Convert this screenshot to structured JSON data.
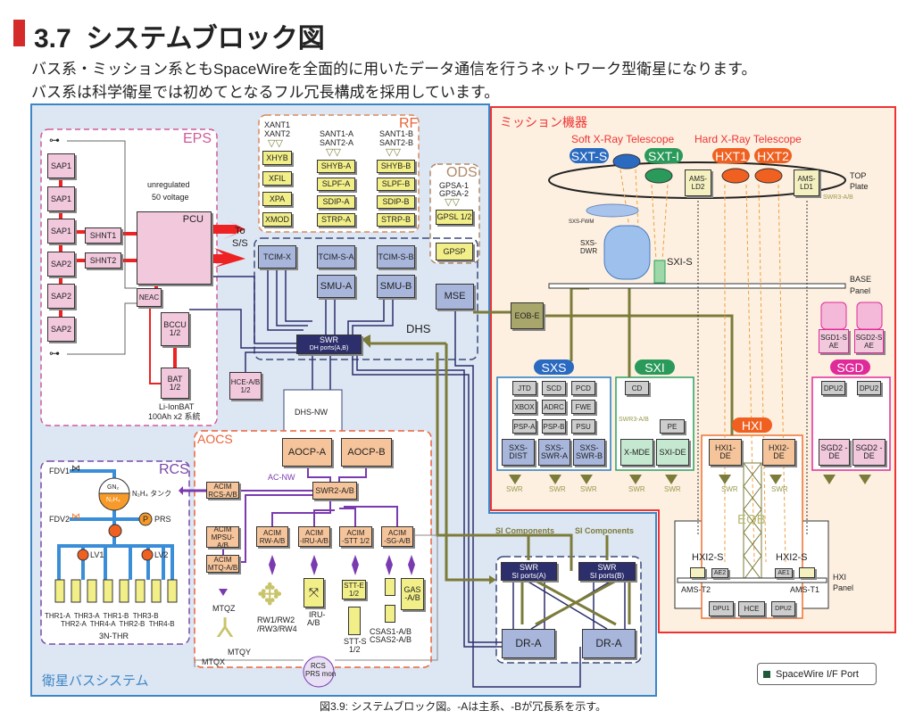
{
  "header": {
    "section": "3.7",
    "title": "システムブロック図",
    "line1": "バス系・ミッション系ともSpaceWireを全面的に用いたデータ通信を行うネットワーク型衛星になります。",
    "line2": "バス系は科学衛星では初めてとなるフル冗長構成を採用しています。",
    "accent": "#d42a2a"
  },
  "bus": {
    "label": "衛星バスシステム",
    "color": "#dde6f3"
  },
  "eps": {
    "label": "EPS",
    "sap": [
      "SAP1",
      "SAP1",
      "SAP1",
      "SAP2",
      "SAP2",
      "SAP2"
    ],
    "shnt1": "SHNT1",
    "shnt2": "SHNT2",
    "note1": "unregulated",
    "note2": "50 voltage",
    "pcu": "PCU",
    "to": "To",
    "ss": "S/S",
    "neac": "NEAC",
    "bccu": "BCCU 1/2",
    "bat": "BAT 1/2",
    "bat_note1": "Li-IonBAT",
    "bat_note2": "100Ah x2 系統"
  },
  "rf": {
    "label": "RF",
    "xant1": "XANT1",
    "xant2": "XANT2",
    "santa1": "SANT1-A",
    "santa2": "SANT2-A",
    "santb1": "SANT1-B",
    "santb2": "SANT2-B",
    "x": [
      "XHYB",
      "XFIL",
      "XPA",
      "XMOD"
    ],
    "a": [
      "SHYB-A",
      "SLPF-A",
      "SDIP-A",
      "STRP-A"
    ],
    "b": [
      "SHYB-B",
      "SLPF-B",
      "SDIP-B",
      "STRP-B"
    ]
  },
  "ods": {
    "label": "ODS",
    "gpsa1": "GPSA-1",
    "gpsa2": "GPSA-2",
    "gpsl": "GPSL 1/2",
    "gpsp": "GPSP"
  },
  "dhs": {
    "label": "DHS",
    "tcimx": "TCIM-X",
    "tcimsa": "TCIM-S-A",
    "tcimsb": "TCIM-S-B",
    "smua": "SMU-A",
    "smub": "SMU-B",
    "mse": "MSE",
    "swr": "SWR",
    "swr_sub": "DH ports(A,B)",
    "hce": "HCE-A/B 1/2",
    "nw": "DHS-NW"
  },
  "aocs": {
    "label": "AOCS",
    "aocpa": "AOCP-A",
    "aocpb": "AOCP-B",
    "acnw": "AC-NW",
    "swr2": "SWR2-A/B",
    "acim": "ACIM",
    "rcs": "RCS-A/B",
    "mpsu": "MPSU-A/B",
    "mtq": "MTQ-A/B",
    "rw": "RW-A/B",
    "iru": "-IRU-A/B",
    "stt": "-STT 1/2",
    "sg": "-SG-A/B",
    "mtqz": "MTQZ",
    "mtqy": "MTQY",
    "mtqx": "MTQX",
    "rwl1": "RW1/RW2",
    "rwl2": "/RW3/RW4",
    "irul1": "IRU-",
    "irul2": "A/B",
    "stte": "STT-E 1/2",
    "stts1": "STT-S",
    "stts2": "1/2",
    "csas1": "CSAS1-A/B",
    "csas2": "CSAS2-A/B",
    "gas": "GAS -A/B",
    "prsmon1": "RCS",
    "prsmon2": "PRS mon"
  },
  "rcs": {
    "label": "RCS",
    "fdv1": "FDV1",
    "fdv2": "FDV2",
    "gn2": "GN₂",
    "n2h4": "N₂H₄",
    "tank": "N₂H₄ タンク",
    "p": "P",
    "prs": "PRS",
    "lv1": "LV1",
    "lv2": "LV2",
    "thr_top": "THR1-A  THR3-A  THR1-B  THR3-B",
    "thr_bot": "THR2-A  THR4-A  THR2-B  THR4-B",
    "thr": "3N-THR"
  },
  "mission": {
    "label": "ミッション機器",
    "soft": "Soft X-Ray Telescope",
    "hard": "Hard X-Ray Telescope",
    "sxts": "SXT-S",
    "sxti": "SXT-I",
    "hxt1": "HXT1",
    "hxt2": "HXT2",
    "amsld2": "AMS-LD2",
    "amsld1": "AMS-LD1",
    "top1": "TOP",
    "top2": "Plate",
    "swr3": "SWR3-A/B",
    "fwm": "SXS-FWM",
    "dwr1": "SXS-",
    "dwr2": "DWR",
    "sxis": "SXI-S",
    "base1": "BASE",
    "base2": "Panel",
    "eobe": "EOB-E",
    "sgd1s": "SGD1-S",
    "sgd2s": "SGD2-S",
    "ae": "AE",
    "color": "#fdf0e0"
  },
  "sxs": {
    "label": "SXS",
    "grid": [
      "JTD",
      "SCD",
      "PCD",
      "XBOX",
      "ADRC",
      "FWE",
      "PSP-A",
      "PSP-B",
      "PSU"
    ],
    "dist": "SXS- DIST",
    "swra": "SXS- SWR-A",
    "swrb": "SXS- SWR-B",
    "swr": "SWR"
  },
  "sxi": {
    "label": "SXI",
    "cd": "CD",
    "swr3": "SWR3-A/B",
    "pe": "PE",
    "xmde": "X-MDE",
    "de": "SXI-DE",
    "swr": "SWR"
  },
  "sgd": {
    "label": "SGD",
    "dpu": "DPU2",
    "de": "SGD2 -DE"
  },
  "hxi": {
    "label": "HXI",
    "de1": "HXI1- DE",
    "de2": "HXI2- DE",
    "swr": "SWR",
    "eob": "EOB",
    "s_left": "HXI2-S",
    "s_right": "HXI2-S",
    "ae2": "AE2",
    "ae1": "AE1",
    "amst2": "AMS-T2",
    "amst1": "AMS-T1",
    "panel1": "HXI",
    "panel2": "Panel",
    "dpu1": "DPU1",
    "hce": "HCE",
    "dpu2": "DPU2"
  },
  "si": {
    "comp": "SI Components",
    "swr": "SWR",
    "porta": "SI ports(A)",
    "portb": "SI ports(B)",
    "dr": "DR-A"
  },
  "legend": {
    "label": "SpaceWire I/F Port",
    "color": "#1d5a3a"
  },
  "caption": "図3.9: システムブロック図。-Aは主系、-Bが冗長系を示す。"
}
